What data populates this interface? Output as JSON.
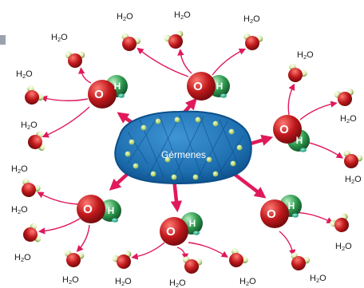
{
  "germ": {
    "label": "Gérmenes"
  },
  "radical": {
    "o_symbol": "O",
    "h_symbol": "H"
  },
  "water": {
    "main": "H",
    "sub": "2",
    "tail": "O"
  },
  "colors": {
    "germ_fill": "#1e6fb0",
    "germ_edge": "#0d4f8a",
    "oxygen": "#c0181c",
    "hydroxyl_green": "#2e9a4e",
    "hydrogen_light": "#e6f2c4",
    "arrow": "#e0195a"
  }
}
